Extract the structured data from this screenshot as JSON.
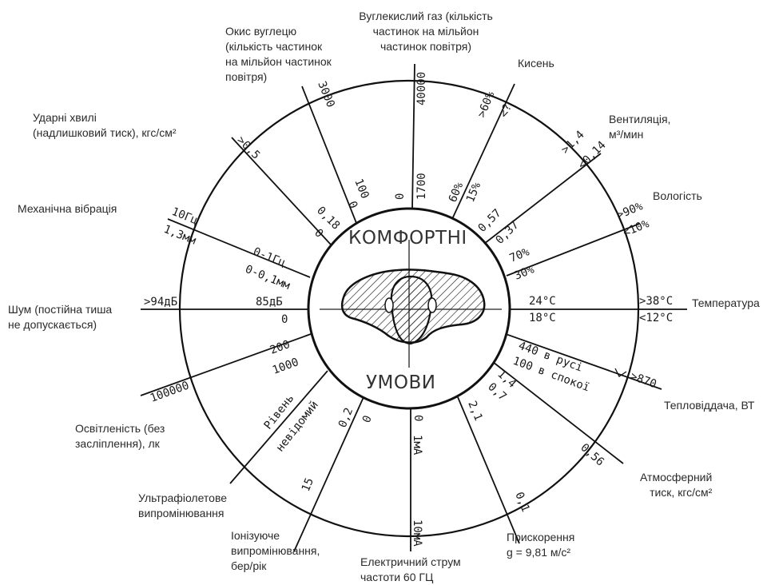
{
  "center": {
    "top_word": "КОМФОРТНІ",
    "bottom_word": "УМОВИ"
  },
  "factors": [
    {
      "id": "co2",
      "title": "Вуглекислий газ (кількість\nчастинок на мільйон\nчастинок повітря)",
      "outer": [
        "40000"
      ],
      "inner": [
        "1700",
        "0"
      ]
    },
    {
      "id": "o2",
      "title": "Кисень",
      "outer": [
        ">60%",
        "<?"
      ],
      "inner": [
        "60%",
        "15%"
      ]
    },
    {
      "id": "ventilation",
      "title": "Вентиляція,\nм³/мин",
      "outer": [
        ">1,4",
        "<0,14"
      ],
      "inner": [
        "0,57",
        "0,37"
      ]
    },
    {
      "id": "humidity",
      "title": "Вологість",
      "outer": [
        ">90%",
        "<10%"
      ],
      "inner": [
        "70%",
        "30%"
      ]
    },
    {
      "id": "temperature",
      "title": "Температура",
      "outer": [
        ">38°C",
        "<12°C"
      ],
      "inner": [
        "24°C",
        "18°C"
      ]
    },
    {
      "id": "heat",
      "title": "Тепловіддача, ВТ",
      "outer": [
        ">870"
      ],
      "inner": [
        "440 в русі",
        "100 в спокої"
      ]
    },
    {
      "id": "pressure",
      "title": "Атмосферний\nтиск, кгс/см²",
      "outer": [
        "0,56"
      ],
      "inner": [
        "1,4",
        "0,7"
      ]
    },
    {
      "id": "acceleration",
      "title": "Прискорення\ng = 9,81 м/с²",
      "outer": [
        "0,1"
      ],
      "inner": [
        "2,1"
      ]
    },
    {
      "id": "current",
      "title": "Електричний струм\nчастоти 60 ГЦ",
      "outer": [
        "10мА"
      ],
      "inner": [
        "1мА",
        "0"
      ]
    },
    {
      "id": "ionizing",
      "title": "Іонізуюче\nвипромінювання,\nбер/рік",
      "outer": [
        "15"
      ],
      "inner": [
        "0,2",
        "0"
      ]
    },
    {
      "id": "uv",
      "title": "Ультрафіолетове\nвипромінювання",
      "outer": [],
      "inner": [
        "Рівень",
        "невідомий"
      ]
    },
    {
      "id": "light",
      "title": "Освітленість (без\nзасліплення), лк",
      "outer": [
        "100000"
      ],
      "inner": [
        "200",
        "1000"
      ]
    },
    {
      "id": "noise",
      "title": "Шум (постійна тиша\nне допускається)",
      "outer": [
        ">94дБ"
      ],
      "inner": [
        "85дБ",
        "0"
      ]
    },
    {
      "id": "vibration",
      "title": "Механічна вібрація",
      "outer": [
        "10Гц",
        "1,3мм"
      ],
      "inner": [
        "0-1Гц",
        "0-0,1мм"
      ]
    },
    {
      "id": "shock",
      "title": "Ударні хвилі\n(надлишковий тиск), кгс/см²",
      "outer": [
        ">0,5"
      ],
      "inner": [
        "0,18",
        "0"
      ]
    },
    {
      "id": "co",
      "title": "Окис вуглецю\n(кількість частинок\nна мільйон частинок\nповітря)",
      "outer": [
        "3000"
      ],
      "inner": [
        "100",
        "0"
      ]
    }
  ]
}
